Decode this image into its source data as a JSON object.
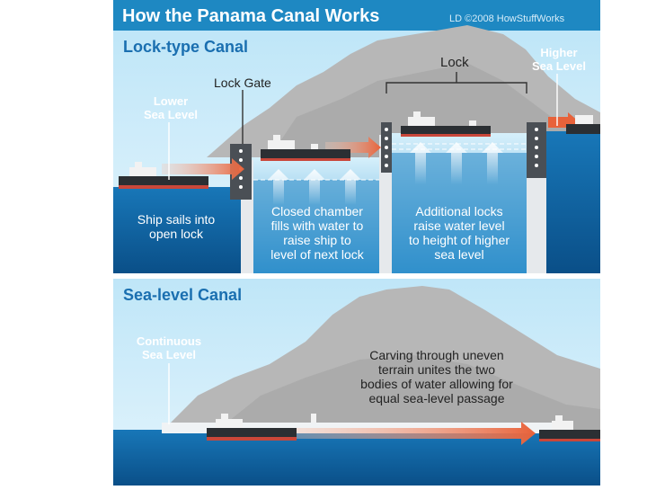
{
  "header": {
    "title": "How the Panama Canal Works",
    "credit": "LD ©2008 HowStuffWorks"
  },
  "lock_section": {
    "title": "Lock-type Canal",
    "label_lock": "Lock",
    "label_lock_gate": "Lock Gate",
    "lower_sea": [
      "Lower",
      "Sea Level"
    ],
    "higher_sea": [
      "Higher",
      "Sea Level"
    ],
    "caption_1": [
      "Ship sails into",
      "open lock"
    ],
    "caption_2": [
      "Closed chamber",
      "fills with water to",
      "raise ship to",
      "level of next lock"
    ],
    "caption_3": [
      "Additional locks",
      "raise water level",
      "to height of higher",
      "sea level"
    ]
  },
  "sea_section": {
    "title": "Sea-level Canal",
    "continuous": [
      "Continuous",
      "Sea Level"
    ],
    "caption": [
      "Carving through uneven",
      "terrain unites the two",
      "bodies of water allowing for",
      "equal sea-level passage"
    ]
  },
  "colors": {
    "header_bg": "#1e88c2",
    "title_blue": "#1a6fb0",
    "sky": "#c7e8f8",
    "water_dark": "#0f5f9e",
    "water_light": "#9fd6f2",
    "mountain": "#b9b9b9",
    "arrow": "#e8623a",
    "lock_wall": "#e6e9ec"
  }
}
